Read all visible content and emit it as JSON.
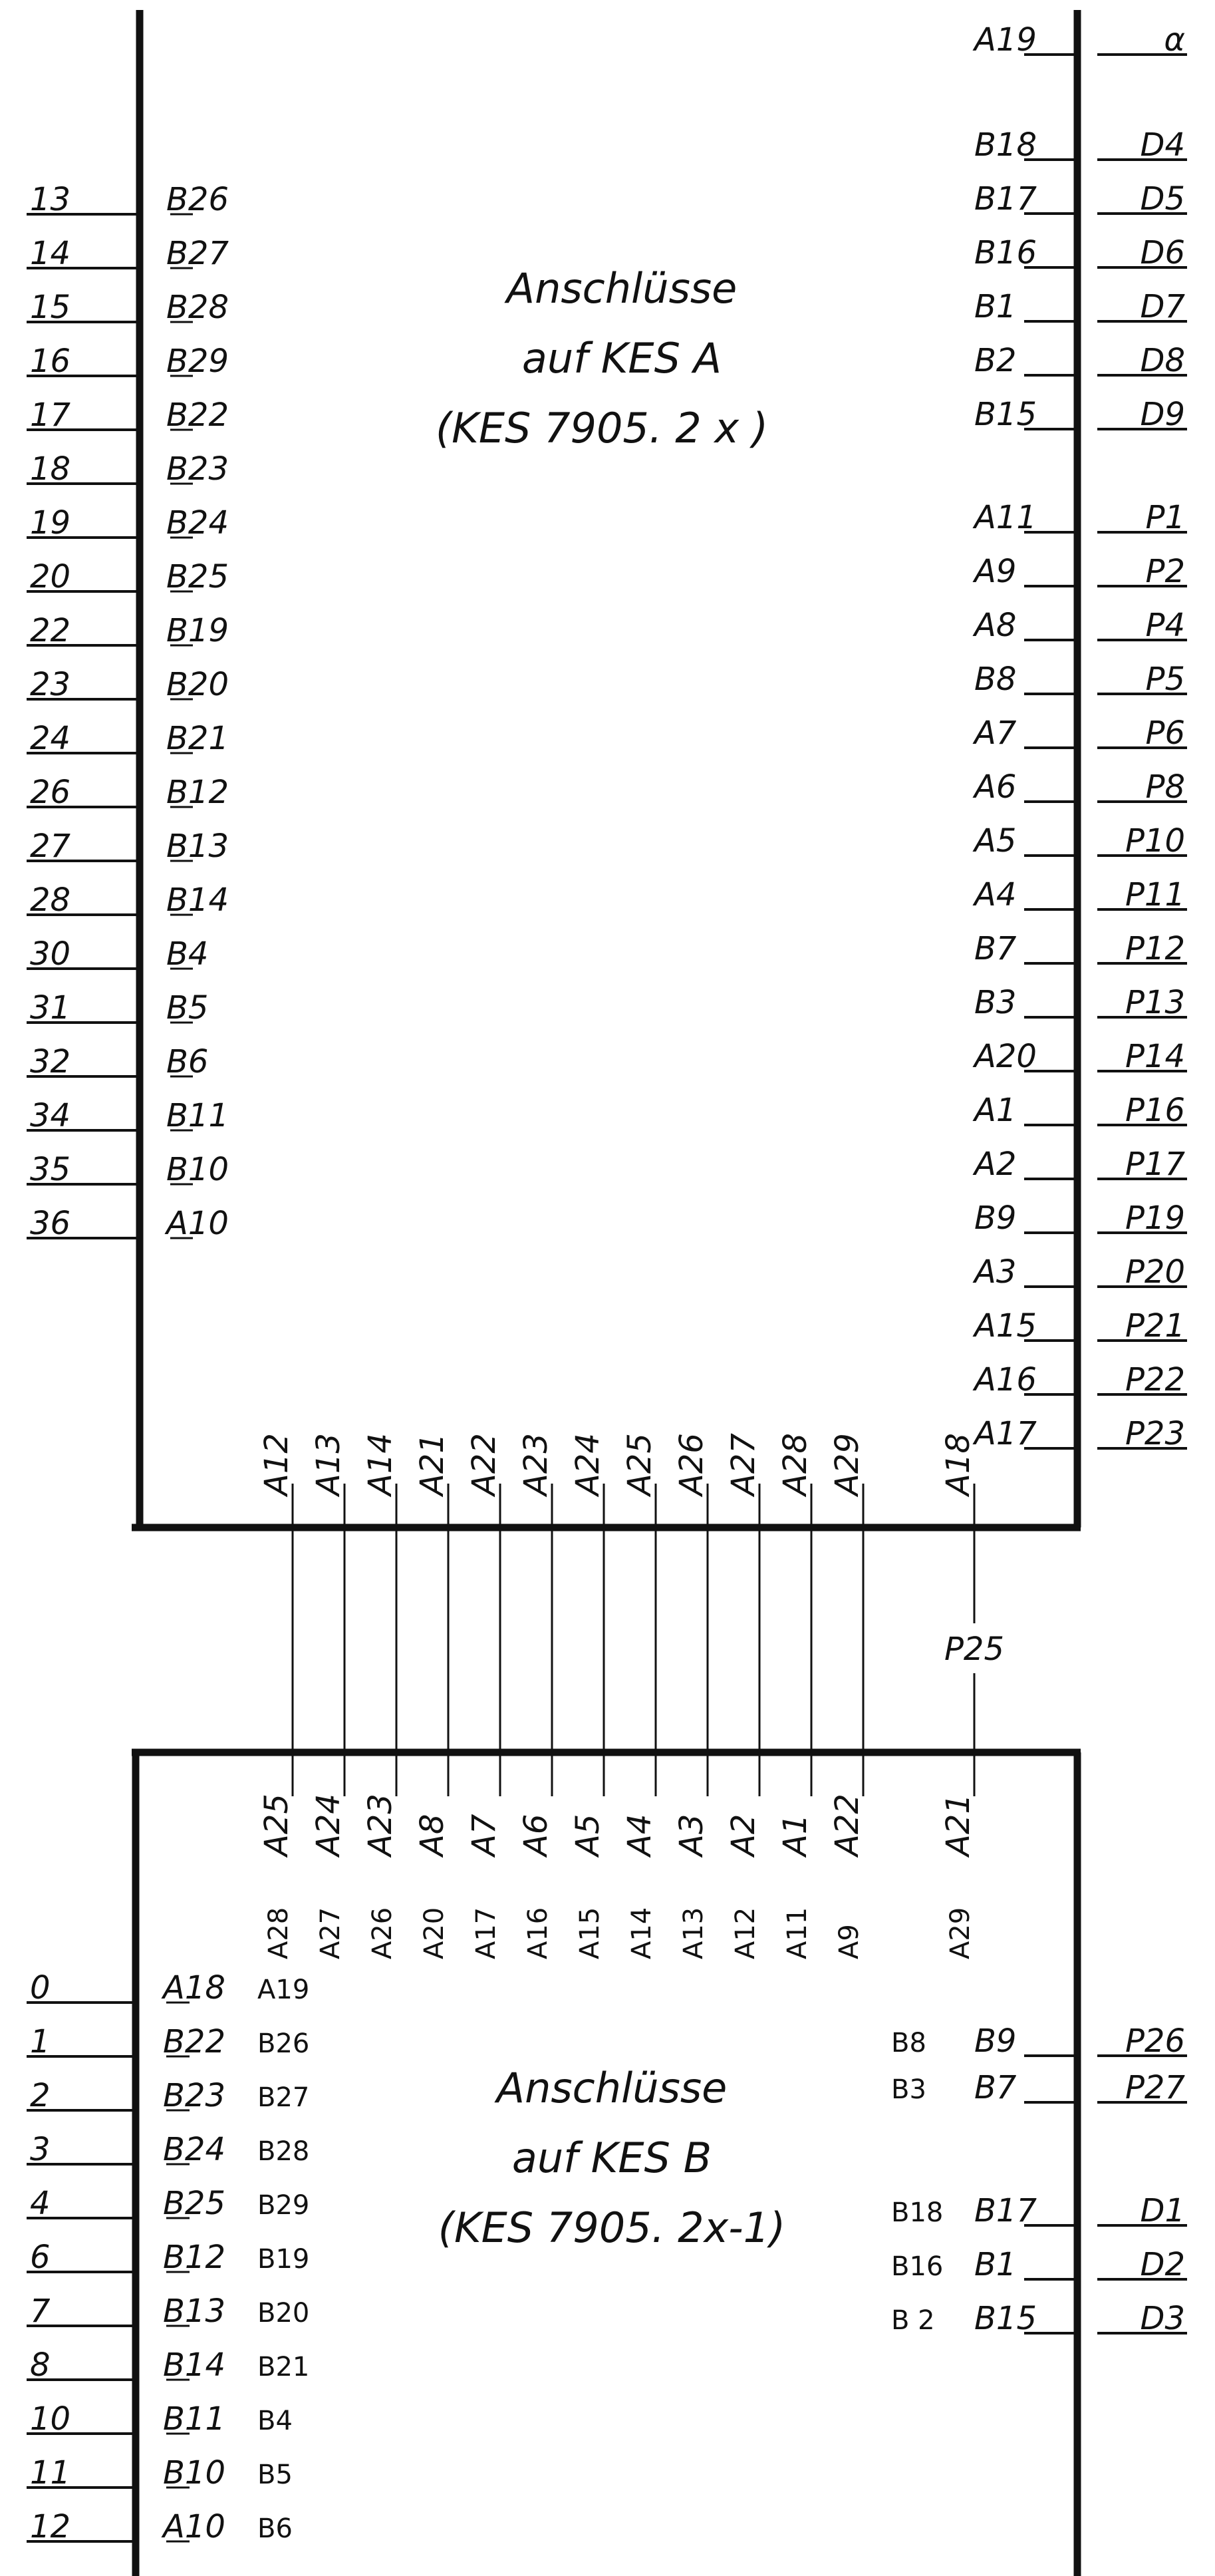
{
  "colors": {
    "ink": "#111111",
    "paper": "#ffffff"
  },
  "board_a": {
    "title": [
      "Anschlüsse",
      "auf KES A",
      "(KES 7905. 2 x )"
    ],
    "left_pins": [
      {
        "num": "13",
        "pin": "B26"
      },
      {
        "num": "14",
        "pin": "B27"
      },
      {
        "num": "15",
        "pin": "B28"
      },
      {
        "num": "16",
        "pin": "B29"
      },
      {
        "num": "17",
        "pin": "B22"
      },
      {
        "num": "18",
        "pin": "B23"
      },
      {
        "num": "19",
        "pin": "B24"
      },
      {
        "num": "20",
        "pin": "B25"
      },
      {
        "num": "22",
        "pin": "B19"
      },
      {
        "num": "23",
        "pin": "B20"
      },
      {
        "num": "24",
        "pin": "B21"
      },
      {
        "num": "26",
        "pin": "B12"
      },
      {
        "num": "27",
        "pin": "B13"
      },
      {
        "num": "28",
        "pin": "B14"
      },
      {
        "num": "30",
        "pin": "B4"
      },
      {
        "num": "31",
        "pin": "B5"
      },
      {
        "num": "32",
        "pin": "B6"
      },
      {
        "num": "34",
        "pin": "B11"
      },
      {
        "num": "35",
        "pin": "B10"
      },
      {
        "num": "36",
        "pin": "A10"
      }
    ],
    "right_top": [
      {
        "pin": "A19",
        "signal": "α"
      }
    ],
    "right_d": [
      {
        "pin": "B18",
        "signal": "D4"
      },
      {
        "pin": "B17",
        "signal": "D5"
      },
      {
        "pin": "B16",
        "signal": "D6"
      },
      {
        "pin": "B1",
        "signal": "D7"
      },
      {
        "pin": "B2",
        "signal": "D8"
      },
      {
        "pin": "B15",
        "signal": "D9"
      }
    ],
    "right_p": [
      {
        "pin": "A11",
        "signal": "P1"
      },
      {
        "pin": "A9",
        "signal": "P2"
      },
      {
        "pin": "A8",
        "signal": "P4"
      },
      {
        "pin": "B8",
        "signal": "P5"
      },
      {
        "pin": "A7",
        "signal": "P6"
      },
      {
        "pin": "A6",
        "signal": "P8"
      },
      {
        "pin": "A5",
        "signal": "P10"
      },
      {
        "pin": "A4",
        "signal": "P11"
      },
      {
        "pin": "B7",
        "signal": "P12"
      },
      {
        "pin": "B3",
        "signal": "P13"
      },
      {
        "pin": "A20",
        "signal": "P14"
      },
      {
        "pin": "A1",
        "signal": "P16"
      },
      {
        "pin": "A2",
        "signal": "P17"
      },
      {
        "pin": "B9",
        "signal": "P19"
      },
      {
        "pin": "A3",
        "signal": "P20"
      },
      {
        "pin": "A15",
        "signal": "P21"
      },
      {
        "pin": "A16",
        "signal": "P22"
      },
      {
        "pin": "A17",
        "signal": "P23"
      }
    ],
    "bottom_pins": [
      "A12",
      "A13",
      "A14",
      "A21",
      "A22",
      "A23",
      "A24",
      "A25",
      "A26",
      "A27",
      "A28",
      "A29"
    ],
    "bottom_pin_extra": "A18"
  },
  "connector_label": "P25",
  "board_b": {
    "title": [
      "Anschlüsse",
      "auf KES B",
      "(KES 7905. 2x-1)"
    ],
    "top_pins": [
      {
        "pin": "A25",
        "alt": "A28"
      },
      {
        "pin": "A24",
        "alt": "A27"
      },
      {
        "pin": "A23",
        "alt": "A26"
      },
      {
        "pin": "A8",
        "alt": "A20"
      },
      {
        "pin": "A7",
        "alt": "A17"
      },
      {
        "pin": "A6",
        "alt": "A16"
      },
      {
        "pin": "A5",
        "alt": "A15"
      },
      {
        "pin": "A4",
        "alt": "A14"
      },
      {
        "pin": "A3",
        "alt": "A13"
      },
      {
        "pin": "A2",
        "alt": "A12"
      },
      {
        "pin": "A1",
        "alt": "A11"
      },
      {
        "pin": "A22",
        "alt": "A9"
      }
    ],
    "top_pin_extra": {
      "pin": "A21",
      "alt": "A29"
    },
    "left_pins": [
      {
        "num": "0",
        "pin": "A18",
        "alt": "A19"
      },
      {
        "num": "1",
        "pin": "B22",
        "alt": "B26"
      },
      {
        "num": "2",
        "pin": "B23",
        "alt": "B27"
      },
      {
        "num": "3",
        "pin": "B24",
        "alt": "B28"
      },
      {
        "num": "4",
        "pin": "B25",
        "alt": "B29"
      },
      {
        "num": "6",
        "pin": "B12",
        "alt": "B19"
      },
      {
        "num": "7",
        "pin": "B13",
        "alt": "B20"
      },
      {
        "num": "8",
        "pin": "B14",
        "alt": "B21"
      },
      {
        "num": "10",
        "pin": "B11",
        "alt": "B4"
      },
      {
        "num": "11",
        "pin": "B10",
        "alt": "B5"
      },
      {
        "num": "12",
        "pin": "A10",
        "alt": "B6"
      }
    ],
    "right_p": [
      {
        "alt": "B8",
        "pin": "B9",
        "signal": "P26"
      },
      {
        "alt": "B3",
        "pin": "B7",
        "signal": "P27"
      }
    ],
    "right_d": [
      {
        "alt": "B18",
        "pin": "B17",
        "signal": "D1"
      },
      {
        "alt": "B16",
        "pin": "B1",
        "signal": "D2"
      },
      {
        "alt": "B 2",
        "pin": "B15",
        "signal": "D3"
      }
    ]
  }
}
